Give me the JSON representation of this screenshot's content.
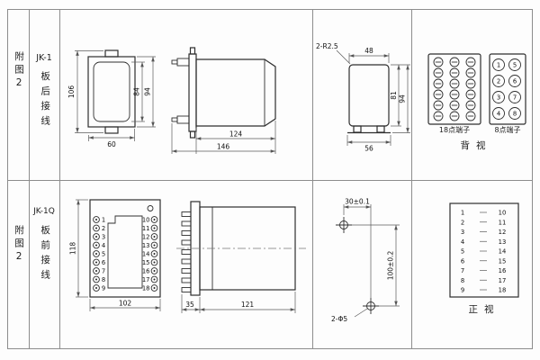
{
  "sheet": {
    "row1": {
      "fig_label": "附图2",
      "model": "JK-1",
      "wiring_label": "板后接线",
      "front_view": {
        "total_height": "106",
        "inner_height": "84",
        "body_height": "94",
        "width": "60"
      },
      "side_view": {
        "case_depth": "124",
        "total_depth": "146"
      },
      "end_view": {
        "corner_note": "2-R2.5",
        "top_width": "48",
        "inner_height": "81",
        "total_height": "94",
        "bottom_width": "56"
      },
      "terminals": {
        "block18_label": "18点端子",
        "block8_label": "8点端子",
        "view_label": "背视",
        "block8_numbers": [
          [
            "1",
            "5"
          ],
          [
            "2",
            "6"
          ],
          [
            "3",
            "7"
          ],
          [
            "4",
            "8"
          ]
        ]
      }
    },
    "row2": {
      "fig_label": "附图2",
      "model": "JK-1Q",
      "wiring_label": "板前接线",
      "front_view": {
        "height": "118",
        "width": "102",
        "left_terminals": [
          "1",
          "2",
          "3",
          "4",
          "5",
          "6",
          "7",
          "8",
          "9"
        ],
        "right_terminals": [
          "10",
          "11",
          "12",
          "13",
          "14",
          "15",
          "16",
          "17",
          "18"
        ]
      },
      "side_view": {
        "flange_depth": "35",
        "case_depth": "121"
      },
      "mounting": {
        "hole_spacing_x": "30±0.1",
        "hole_spacing_y": "100±0.2",
        "holes_note": "2-Φ5"
      },
      "terminal_table": {
        "left": [
          "1",
          "2",
          "3",
          "4",
          "5",
          "6",
          "7",
          "8",
          "9"
        ],
        "right": [
          "10",
          "11",
          "12",
          "13",
          "14",
          "15",
          "16",
          "17",
          "18"
        ],
        "view_label": "正视"
      }
    }
  }
}
